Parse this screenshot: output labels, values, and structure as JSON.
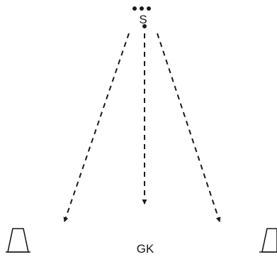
{
  "diagram": {
    "shooter_label": "S",
    "goalkeeper_label": "GK",
    "ball_icon": "ball-dot-icon",
    "cone_icon": "cone-icon",
    "arrow_style": "dashed",
    "ball_count": 4,
    "arrow_count": 3,
    "cone_count": 2,
    "colors": {
      "stroke": "#1a1a1a",
      "background": "#ffffff"
    }
  }
}
